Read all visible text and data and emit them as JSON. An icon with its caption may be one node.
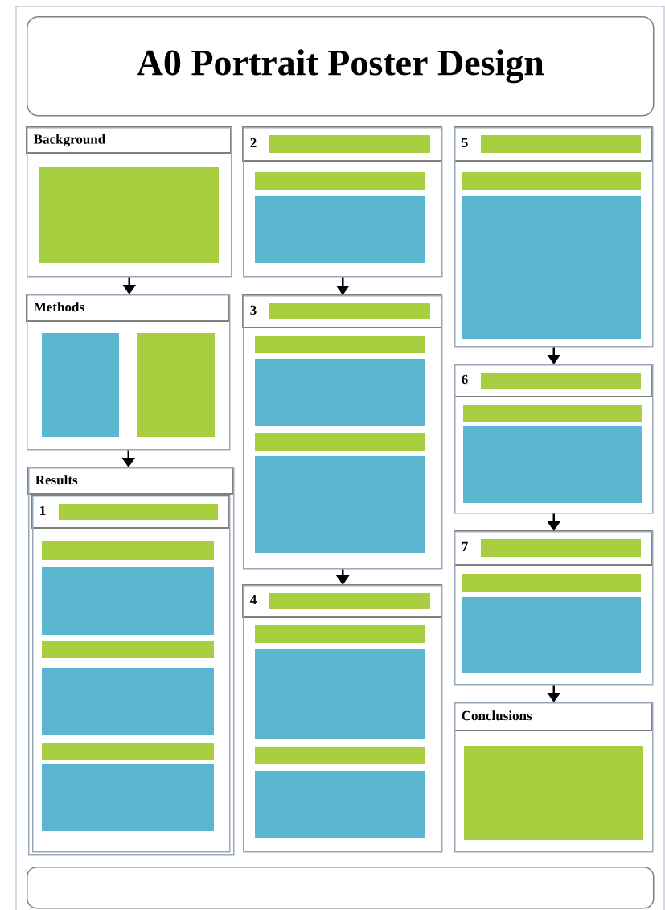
{
  "diagram": {
    "nodes": [
      {
        "text": [
          "A0 Portrait Poster Design"
        ]
      },
      {
        "text": [
          "Background"
        ]
      },
      {
        "text": [
          "Methods"
        ]
      },
      {
        "text": [
          "Results"
        ]
      },
      {
        "text": [
          "1"
        ],
        "in": 3
      },
      {
        "text": [
          "2"
        ]
      },
      {
        "text": [
          "3"
        ]
      },
      {
        "text": [
          "4"
        ]
      },
      {
        "text": [
          "5"
        ]
      },
      {
        "text": [
          "6"
        ]
      },
      {
        "text": [
          "7"
        ]
      },
      {
        "text": [
          "Conclusions"
        ]
      },
      {
        "text": [],
        "shape": "box"
      }
    ],
    "edges": [
      {
        "from": 1,
        "to": 2,
        "arrow": "to"
      },
      {
        "from": 2,
        "to": 3,
        "arrow": "to"
      },
      {
        "from": 5,
        "to": 6,
        "arrow": "to"
      },
      {
        "from": 6,
        "to": 7,
        "arrow": "to"
      },
      {
        "from": 8,
        "to": 9,
        "arrow": "to"
      },
      {
        "from": 9,
        "to": 10,
        "arrow": "to"
      },
      {
        "from": 10,
        "to": 11,
        "arrow": "to"
      }
    ]
  }
}
